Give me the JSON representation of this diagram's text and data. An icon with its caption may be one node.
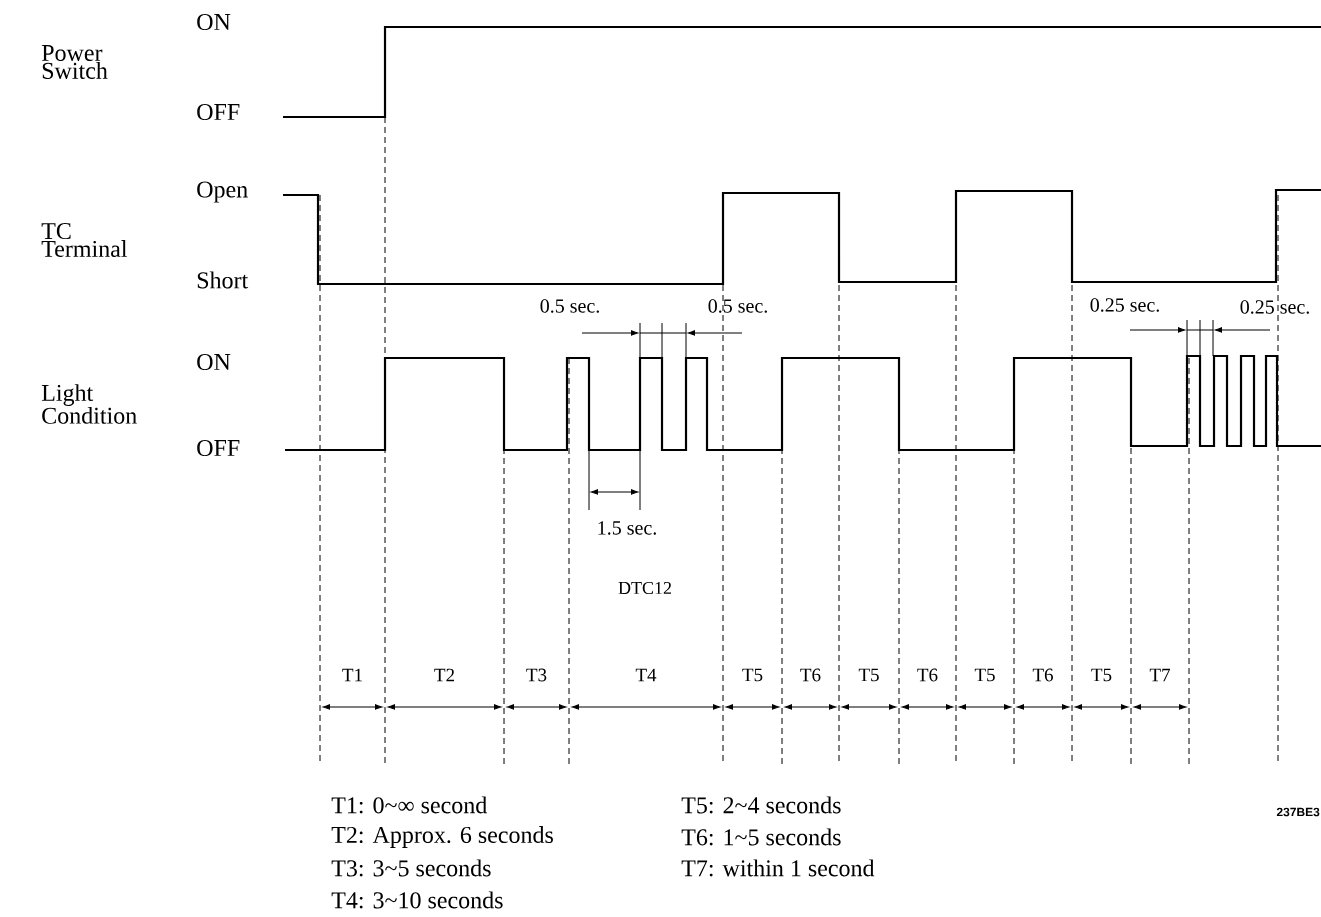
{
  "diagram": {
    "labels": [
      "ON",
      "Power Switch",
      "OFF",
      "Open",
      "TC Terminal",
      "Short",
      "0.5 sec.",
      "0.5 sec.",
      "0.25 sec.",
      "0.25 sec.",
      "ON",
      "Light Condition",
      "OFF",
      "1.5 sec.",
      "DTC12",
      "T1",
      "T2",
      "T3",
      "T4",
      "T5",
      "T6",
      "T5",
      "T6",
      "T5",
      "T6",
      "T5",
      "T7",
      "T1: 0~∞ second",
      "T5: 2~4 seconds",
      "T2: Approx. 6 seconds",
      "T6: 1~5 seconds",
      "T3: 3~5 seconds",
      "T7: within 1 second",
      "T4: 3~10 seconds",
      "237BE3"
    ]
  }
}
